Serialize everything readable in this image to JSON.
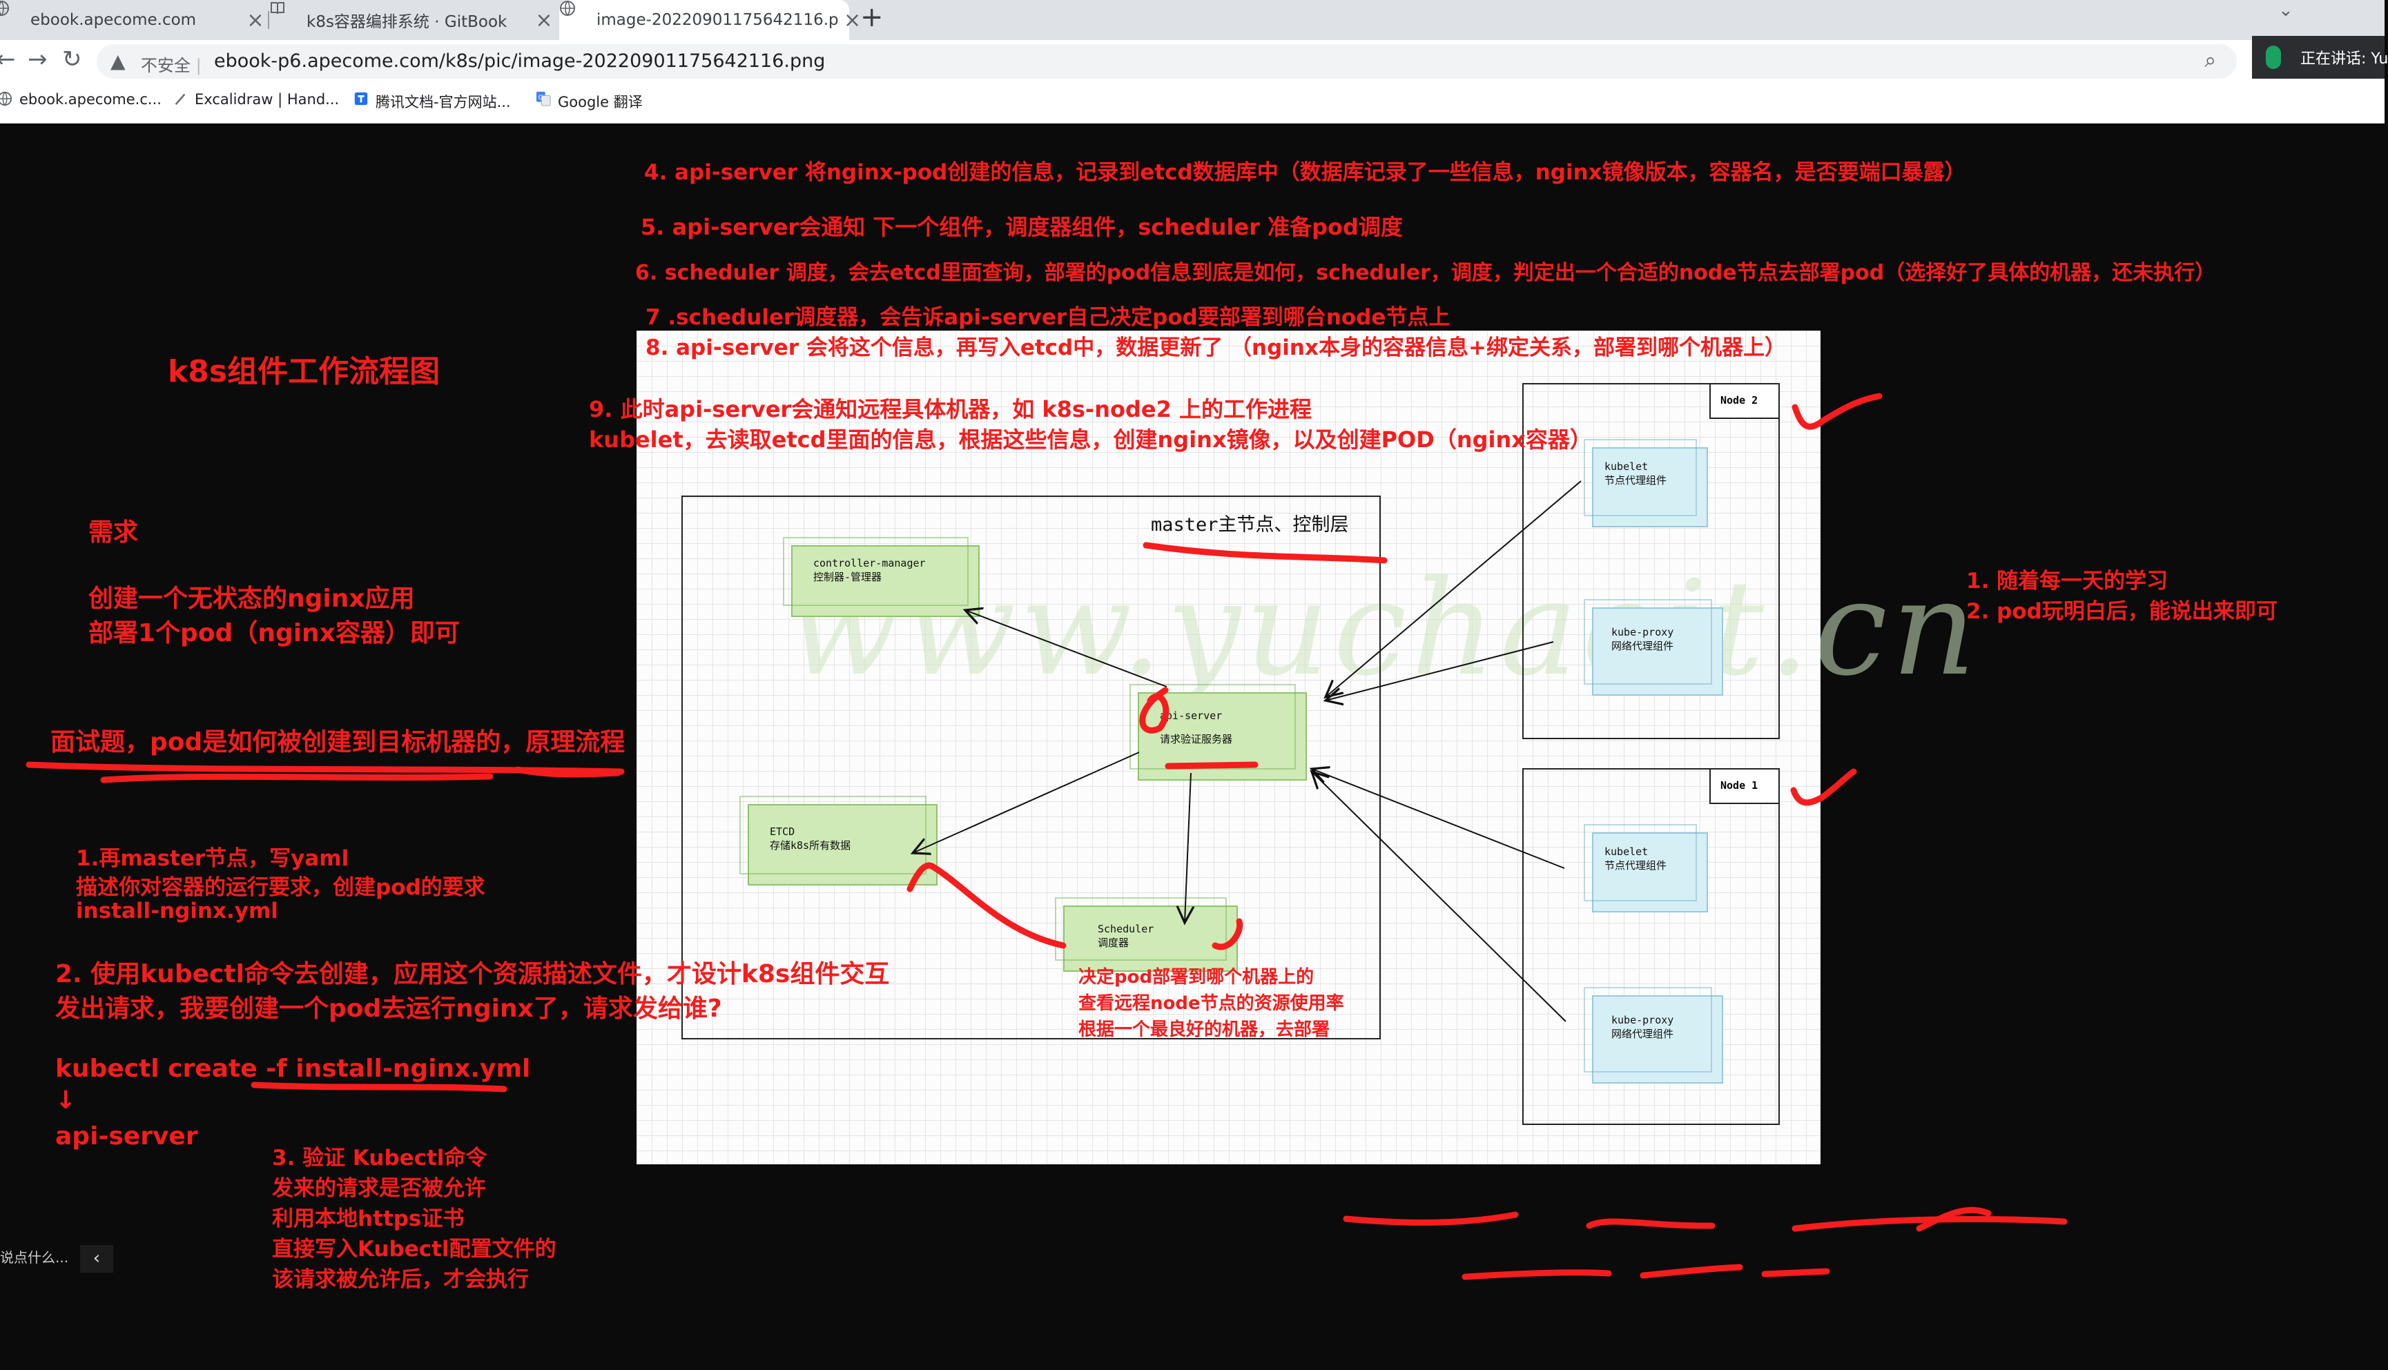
{
  "tabs": [
    {
      "title": "ebook.apecome.com",
      "close": "×"
    },
    {
      "title": "k8s容器编排系统 · GitBook",
      "close": "×"
    },
    {
      "title": "image-20220901175642116.p",
      "close": "×"
    }
  ],
  "new_tab": "+",
  "tab_menu": "⌄",
  "address_bar": {
    "security_label": "不安全",
    "separator": "|",
    "url": "ebook-p6.apecome.com/k8s/pic/image-20220901175642116.png"
  },
  "speaking_indicator": "正在讲话: Yu",
  "bookmarks": [
    {
      "label": "ebook.apecome.c..."
    },
    {
      "label": "Excalidraw | Hand..."
    },
    {
      "label": "腾讯文档-官方网站..."
    },
    {
      "label": "Google 翻译"
    }
  ],
  "notes": {
    "title": "k8s组件工作流程图",
    "requirement_head": "需求",
    "requirement_l1": "创建一个无状态的nginx应用",
    "requirement_l2": "部署1个pod（nginx容器）即可",
    "interview": "面试题，pod是如何被创建到目标机器的，原理流程",
    "step1_l1": "1.再master节点，写yaml",
    "step1_l2": "描述你对容器的运行要求，创建pod的要求",
    "step1_l3": "install-nginx.yml",
    "step2_l1": "2. 使用kubectl命令去创建，应用这个资源描述文件，才设计k8s组件交互",
    "step2_l2": "发出请求，我要创建一个pod去运行nginx了，请求发给谁?",
    "cmd": "kubectl  create  -f install-nginx.yml",
    "arrow": "↓",
    "cmd_target": "api-server",
    "step3_l1": "3. 验证 Kubectl命令",
    "step3_l2": "发来的请求是否被允许",
    "step3_l3": "利用本地https证书",
    "step3_l4": "直接写入Kubectl配置文件的",
    "step3_l5": "该请求被允许后，才会执行",
    "step4": "4. api-server 将nginx-pod创建的信息，记录到etcd数据库中（数据库记录了一些信息，nginx镜像版本，容器名，是否要端口暴露）",
    "step5": "5.  api-server会通知 下一个组件，调度器组件，scheduler 准备pod调度",
    "step6": "6. scheduler 调度，会去etcd里面查询，部署的pod信息到底是如何，scheduler，调度，判定出一个合适的node节点去部署pod（选择好了具体的机器，还未执行）",
    "step7": "7 .scheduler调度器，会告诉api-server自己决定pod要部署到哪台node节点上",
    "step8": "8.  api-server  会将这个信息，再写入etcd中，数据更新了 （nginx本身的容器信息+绑定关系，部署到哪个机器上）",
    "step9_l1": "9. 此时api-server会通知远程具体机器，如 k8s-node2 上的工作进程",
    "step9_l2": "kubelet，去读取etcd里面的信息，根据这些信息，创建nginx镜像，以及创建POD（nginx容器）",
    "side_l1": "1. 随着每一天的学习",
    "side_l2": "2. pod玩明白后，能说出来即可",
    "scheduler_note_l1": "决定pod部署到哪个机器上的",
    "scheduler_note_l2": "查看远程node节点的资源使用率",
    "scheduler_note_l3": "根据一个最良好的机器，去部署"
  },
  "diagram": {
    "watermark": "www.yuchaoit.cn",
    "master_label": "master主节点、控制层",
    "controller_manager": {
      "name": "controller-manager",
      "desc": "控制器-管理器"
    },
    "api_server": {
      "name": "api-server",
      "desc": "请求验证服务器"
    },
    "etcd": {
      "name": "ETCD",
      "desc": "存储k8s所有数据"
    },
    "scheduler": {
      "name": "Scheduler",
      "desc": "调度器"
    },
    "node2": {
      "label": "Node 2",
      "kubelet": "kubelet",
      "kubelet_desc": "节点代理组件",
      "proxy": "kube-proxy",
      "proxy_desc": "网络代理组件"
    },
    "node1": {
      "label": "Node 1",
      "kubelet": "kubelet",
      "kubelet_desc": "节点代理组件",
      "proxy": "kube-proxy",
      "proxy_desc": "网络代理组件"
    }
  },
  "chat_input": {
    "placeholder": "说点什么...",
    "collapse": "‹"
  },
  "colors": {
    "annotation_red": "#f51d1d",
    "component_green": "#cfeab6",
    "component_blue": "#d6eff5"
  }
}
